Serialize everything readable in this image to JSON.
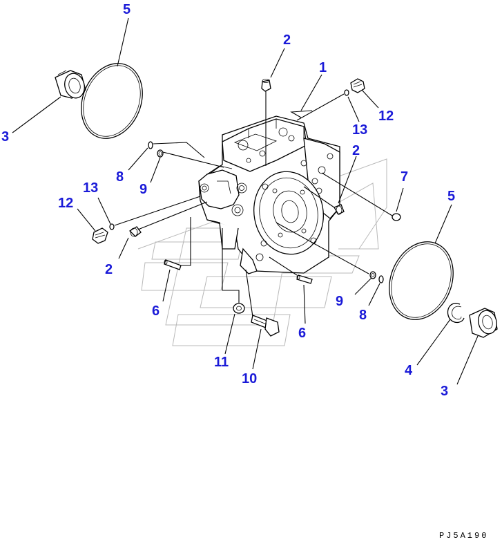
{
  "diagram": {
    "drawing_code": "PJ5A190",
    "callouts": [
      {
        "id": "c1",
        "label": "1"
      },
      {
        "id": "c2a",
        "label": "2"
      },
      {
        "id": "c2b",
        "label": "2"
      },
      {
        "id": "c2c",
        "label": "2"
      },
      {
        "id": "c3a",
        "label": "3"
      },
      {
        "id": "c3b",
        "label": "3"
      },
      {
        "id": "c4",
        "label": "4"
      },
      {
        "id": "c5a",
        "label": "5"
      },
      {
        "id": "c5b",
        "label": "5"
      },
      {
        "id": "c6a",
        "label": "6"
      },
      {
        "id": "c6b",
        "label": "6"
      },
      {
        "id": "c7",
        "label": "7"
      },
      {
        "id": "c8a",
        "label": "8"
      },
      {
        "id": "c8b",
        "label": "8"
      },
      {
        "id": "c9a",
        "label": "9"
      },
      {
        "id": "c9b",
        "label": "9"
      },
      {
        "id": "c10",
        "label": "10"
      },
      {
        "id": "c11",
        "label": "11"
      },
      {
        "id": "c12a",
        "label": "12"
      },
      {
        "id": "c12b",
        "label": "12"
      },
      {
        "id": "c13a",
        "label": "13"
      },
      {
        "id": "c13b",
        "label": "13"
      }
    ]
  }
}
